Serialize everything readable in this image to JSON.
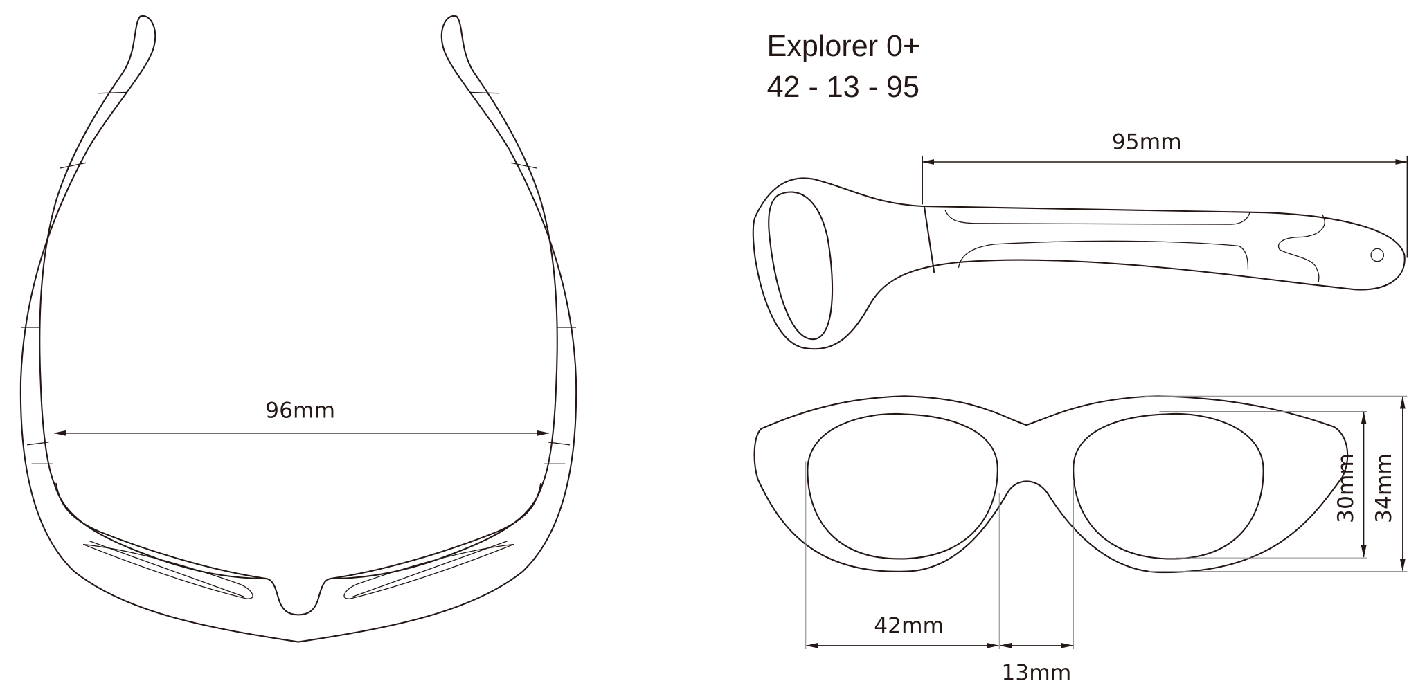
{
  "title": {
    "model": "Explorer 0+",
    "sizes": "42 - 13 - 95"
  },
  "dimensions": {
    "frame_width": "96mm",
    "temple_length": "95mm",
    "lens_width": "42mm",
    "bridge_width": "13mm",
    "lens_height": "30mm",
    "frame_height": "34mm"
  },
  "colors": {
    "line": "#231815",
    "guide": "#8a8a8a"
  }
}
